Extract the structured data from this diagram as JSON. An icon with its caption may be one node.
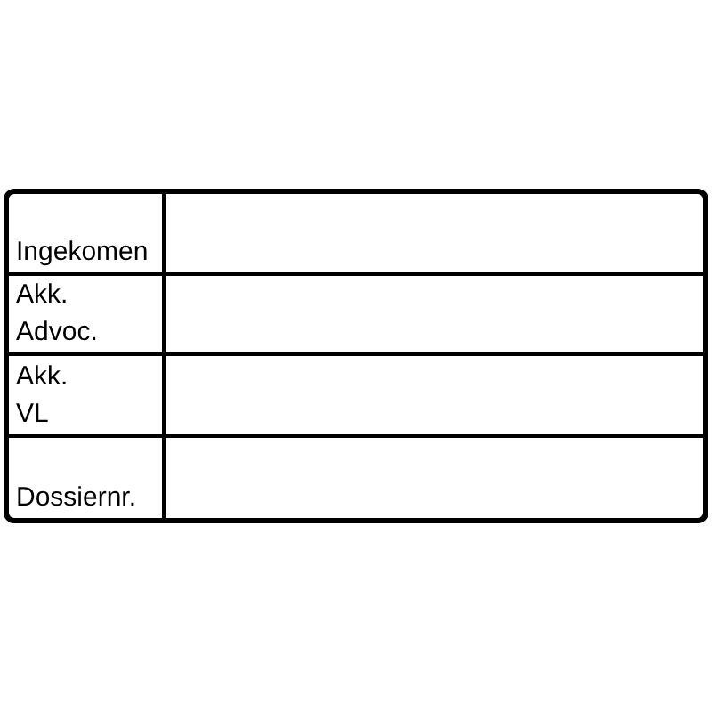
{
  "diagram": {
    "labels": [
      "Ingekomen",
      "Akk. Advoc.",
      "Akk. VL",
      "Dossiernr."
    ]
  }
}
